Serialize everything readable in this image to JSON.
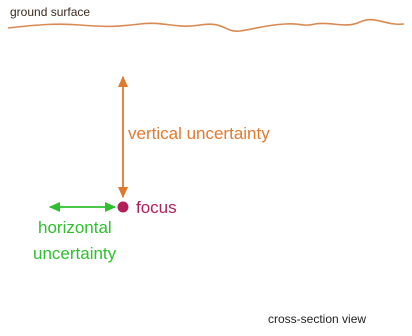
{
  "labels": {
    "ground_surface": "ground surface",
    "vertical_uncertainty": "vertical uncertainty",
    "focus": "focus",
    "horizontal_uncertainty_line1": "horizontal",
    "horizontal_uncertainty_line2": "uncertainty",
    "view": "cross-section view"
  },
  "colors": {
    "ground_line": "#d98a52",
    "vertical_arrow": "#e07a2f",
    "horizontal_arrow": "#2fbf2f",
    "focus_dot": "#b0205a",
    "focus_text": "#b0205a",
    "vertical_text": "#e07a2f",
    "horizontal_text": "#2fbf2f"
  }
}
